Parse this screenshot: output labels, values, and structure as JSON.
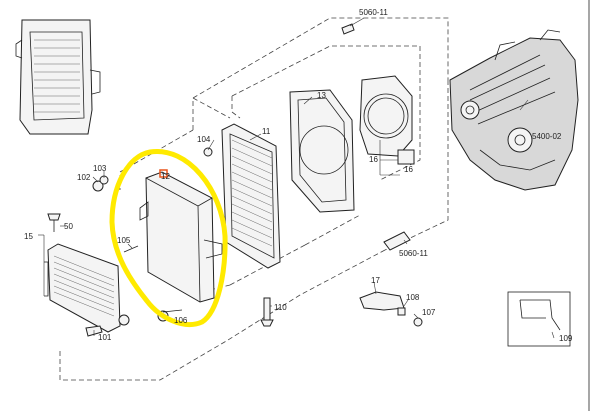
{
  "labels": {
    "l5060_top": "5060-11",
    "l13": "13",
    "l11": "11",
    "l104": "104",
    "l5400": "5400-02",
    "l16a": "16",
    "l16b": "16",
    "l103": "103",
    "l102": "102",
    "l12": "12",
    "l15": "15",
    "l50": "50",
    "l105": "105",
    "l5060_mid": "5060-11",
    "l110": "110",
    "l17": "17",
    "l108": "108",
    "l107": "107",
    "l106": "106",
    "l101": "101",
    "l109": "109"
  },
  "colors": {
    "highlight": "#ffea00",
    "marker": "#e8541a"
  }
}
